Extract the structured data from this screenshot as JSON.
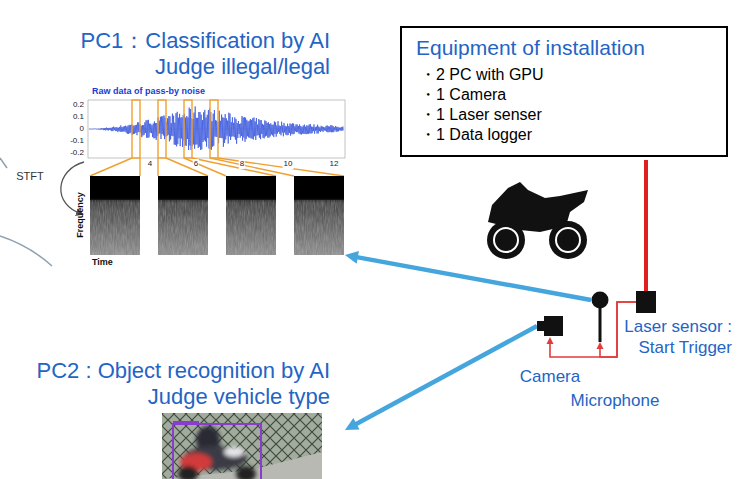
{
  "diagram": {
    "nodes": [
      {
        "text": [
          "PC1：Classification by AI",
          "Judge illegal/legal"
        ]
      },
      {
        "text": [
          "Equipment of installation",
          "・2 PC with GPU",
          "・1 Camera",
          "・1 Laser senser",
          "・1 Data logger"
        ]
      },
      {
        "text": [
          "PC2 : Object recognition by AI",
          "Judge vehicle type"
        ]
      },
      {
        "text": [
          "Camera"
        ]
      },
      {
        "text": [
          "Microphone"
        ]
      },
      {
        "text": [
          "Laser sensor :",
          "Start Trigger"
        ]
      }
    ],
    "edges": [
      {
        "from": 4,
        "to": 0,
        "arrow": "to"
      },
      {
        "from": 3,
        "to": 2,
        "arrow": "to"
      },
      {
        "from": 5,
        "to": 3,
        "arrow": "to"
      },
      {
        "from": 5,
        "to": 4,
        "arrow": "to"
      }
    ],
    "labels": [
      "Raw data of pass-by noise",
      "0.2",
      "0.1",
      "0",
      "-0.1",
      "-0.2",
      "4",
      "6",
      "8",
      "10",
      "12",
      "STFT",
      "Frequency",
      "Time"
    ]
  }
}
